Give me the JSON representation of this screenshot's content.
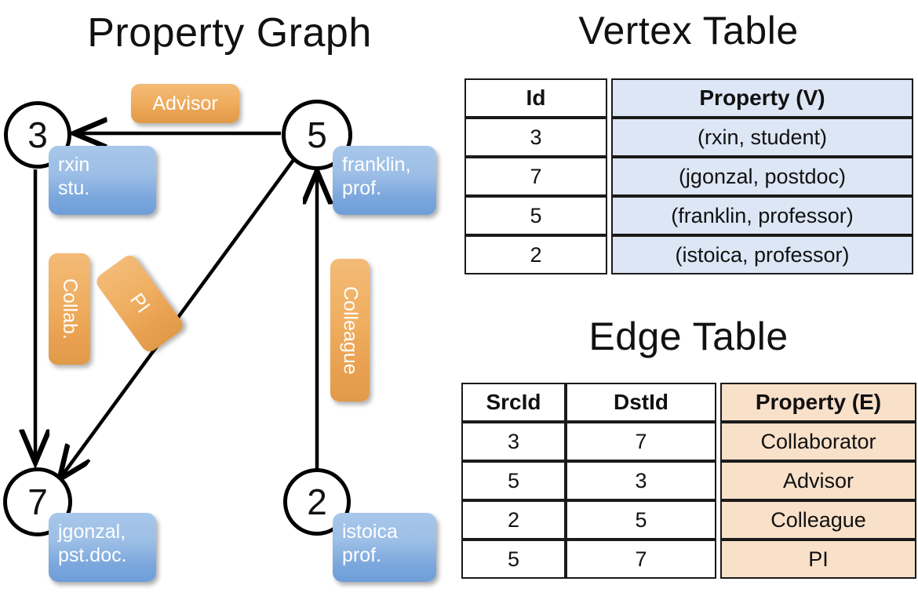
{
  "titles": {
    "property_graph": "Property Graph",
    "vertex_table": "Vertex Table",
    "edge_table": "Edge Table"
  },
  "colors": {
    "vertex_cell": "#dce6f5",
    "edge_cell": "#f8e0c9",
    "node_box_blue": "#7ba7dd",
    "edge_label_orange": "#efae60",
    "stroke": "#000000"
  },
  "graph": {
    "nodes": [
      {
        "id": "3",
        "property_line1": "rxin",
        "property_line2": "stu."
      },
      {
        "id": "5",
        "property_line1": "franklin,",
        "property_line2": "prof."
      },
      {
        "id": "7",
        "property_line1": "jgonzal,",
        "property_line2": "pst.doc."
      },
      {
        "id": "2",
        "property_line1": "istoica",
        "property_line2": "prof."
      }
    ],
    "edge_labels": [
      {
        "name": "advisor",
        "text": "Advisor"
      },
      {
        "name": "collab",
        "text": "Collab."
      },
      {
        "name": "pi",
        "text": "PI"
      },
      {
        "name": "colleague",
        "text": "Colleague"
      }
    ]
  },
  "vertex_table": {
    "headers": [
      "Id",
      "Property (V)"
    ],
    "rows": [
      {
        "id": "3",
        "property": "(rxin, student)"
      },
      {
        "id": "7",
        "property": "(jgonzal, postdoc)"
      },
      {
        "id": "5",
        "property": "(franklin, professor)"
      },
      {
        "id": "2",
        "property": "(istoica, professor)"
      }
    ]
  },
  "edge_table": {
    "headers": [
      "SrcId",
      "DstId",
      "Property (E)"
    ],
    "rows": [
      {
        "src": "3",
        "dst": "7",
        "property": "Collaborator"
      },
      {
        "src": "5",
        "dst": "3",
        "property": "Advisor"
      },
      {
        "src": "2",
        "dst": "5",
        "property": "Colleague"
      },
      {
        "src": "5",
        "dst": "7",
        "property": "PI"
      }
    ]
  }
}
